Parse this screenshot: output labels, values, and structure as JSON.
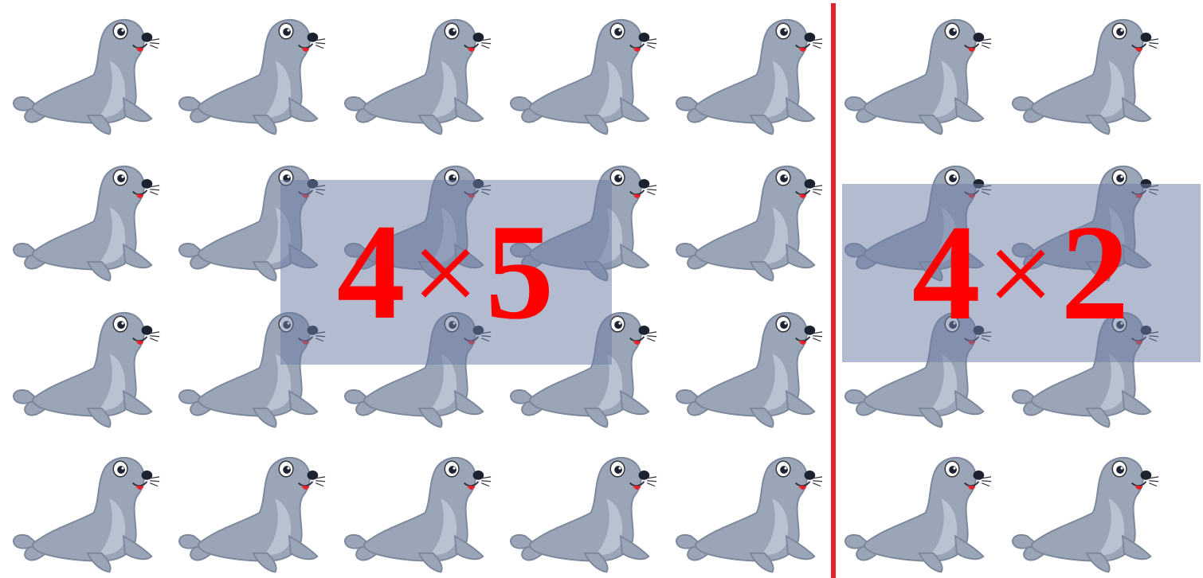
{
  "left_group": {
    "rows": 4,
    "columns": 5,
    "expression": {
      "a": "4",
      "op": "×",
      "b": "5"
    }
  },
  "right_group": {
    "rows": 4,
    "columns": 2,
    "expression": {
      "a": "4",
      "op": "×",
      "b": "2"
    }
  },
  "icon": "seal-icon",
  "colors": {
    "expression": "#ff0000",
    "divider": "#e0242a",
    "overlay": "#6e7ca5",
    "seal_body": "#9aa6b8"
  }
}
